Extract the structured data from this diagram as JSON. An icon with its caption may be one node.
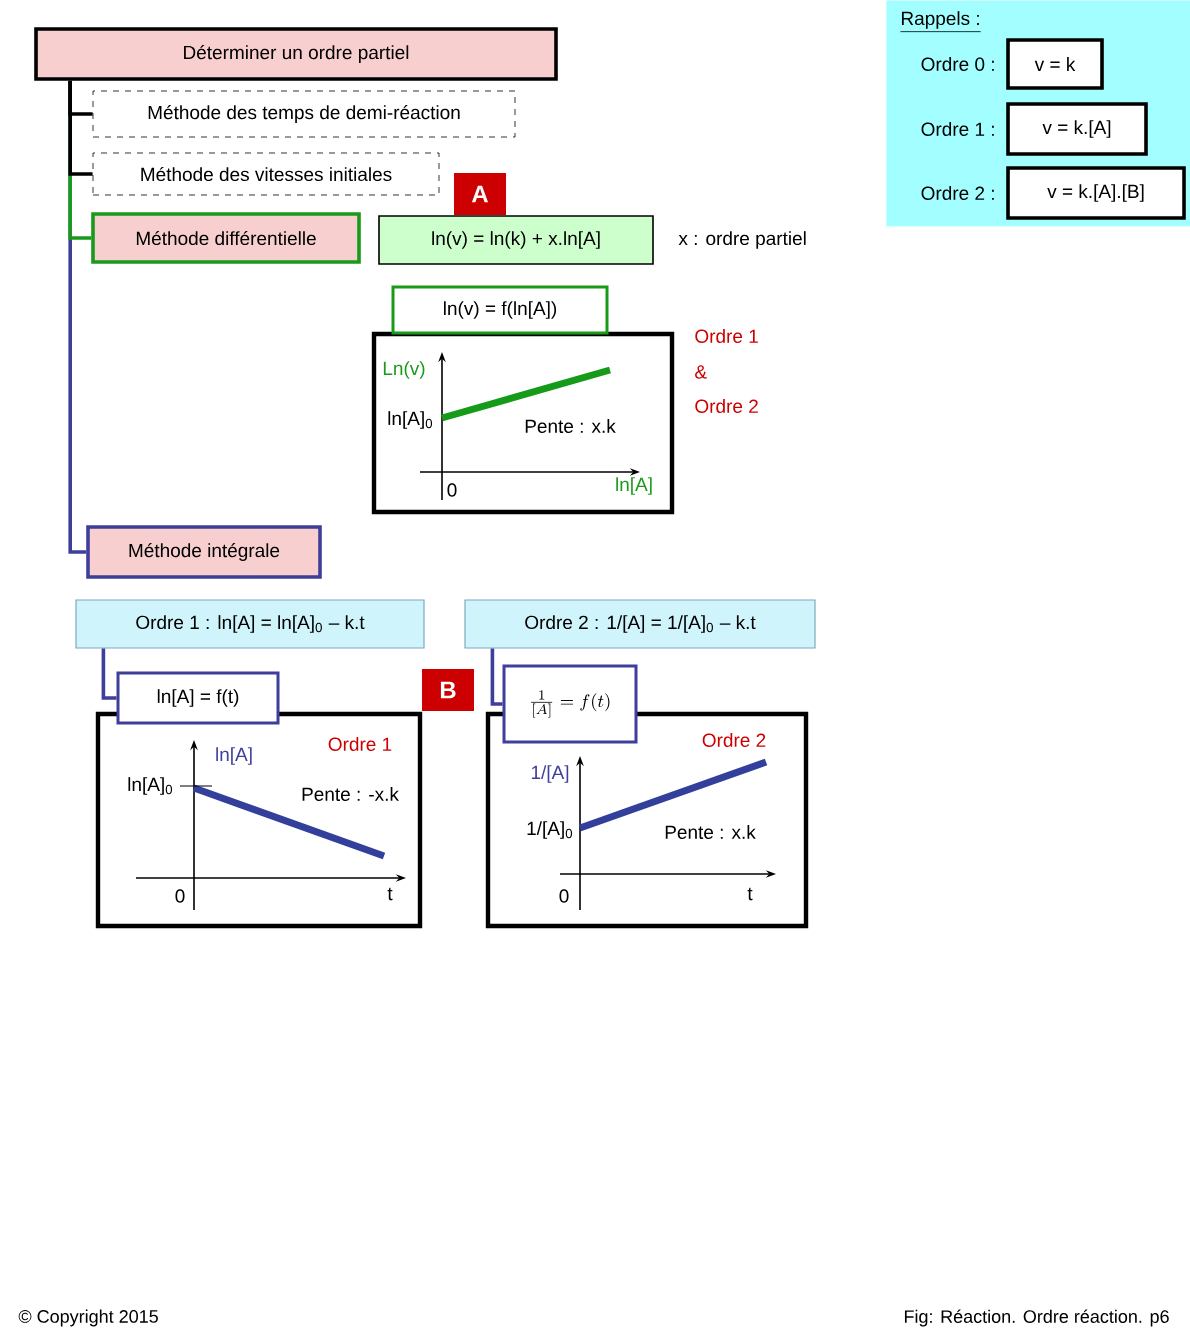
{
  "diagram": {
    "nodes": [
      {
        "text": [
          "Déterminer un ordre partiel"
        ]
      },
      {
        "text": [
          "Méthode des temps de demi-réaction"
        ]
      },
      {
        "text": [
          "Méthode des vitesses initiales"
        ]
      },
      {
        "text": [
          "Méthode différentielle"
        ]
      },
      {
        "text": [
          "ln(v) = ln(k) + x.ln[A]"
        ],
        "beside": [
          "x : ordre partiel"
        ]
      },
      {
        "text": [
          "ln(v) = f(ln[A])"
        ]
      },
      {
        "text": [
          "Méthode intégrale"
        ]
      },
      {
        "text": [
          "Ordre 1 : ln[A] = ln[A]$_{0}$ – k.t"
        ]
      },
      {
        "text": [
          "ln[A] = f(t)"
        ]
      },
      {
        "text": [
          "Ordre 2 : 1/[A] = 1/[A]$_{0}$ – k.t"
        ]
      },
      {
        "text": [
          "\\frac{1}{[A]} = f(t)"
        ]
      },
      {
        "text": [
          "Rappels :"
        ]
      },
      {
        "text": [
          "v = k"
        ],
        "in": 11,
        "beside": [
          "Ordre 0 :"
        ]
      },
      {
        "text": [
          "v = k.[A]"
        ],
        "in": 11,
        "beside": [
          "Ordre 1 :"
        ]
      },
      {
        "text": [
          "v = k.[A].[B]"
        ],
        "in": 11,
        "beside": [
          "Ordre 2 :"
        ]
      }
    ],
    "edges": [
      {
        "from": 0,
        "to": 1,
        "arrow": "none",
        "color": "#000000"
      },
      {
        "from": 0,
        "to": 2,
        "arrow": "none",
        "color": "#000000"
      },
      {
        "from": 0,
        "to": 3,
        "arrow": "none",
        "color": "#1a9a1a"
      },
      {
        "from": 0,
        "to": 6,
        "arrow": "none",
        "color": "#3f3f9b"
      },
      {
        "from": 7,
        "to": 8,
        "arrow": "none",
        "color": "#3f3f9b"
      },
      {
        "from": 9,
        "to": 10,
        "arrow": "none",
        "color": "#3f3f9b"
      }
    ],
    "labels": [
      "A",
      "Ln(v)",
      "ln[A]$_{0}$",
      "Pente : x.k",
      "0",
      "ln[A]",
      "Ordre 1",
      "&",
      "Ordre 2",
      "B",
      "ln[A]",
      "Ordre 1",
      "ln[A]$_{0}$",
      "Pente : -x.k",
      "0",
      "t",
      "1/[A]",
      "Ordre 2",
      "1/[A]$_{0}$",
      "Pente : x.k",
      "0",
      "t",
      "© Copyright 2015",
      "Fig:  Réaction. Ordre réaction. p6"
    ]
  }
}
